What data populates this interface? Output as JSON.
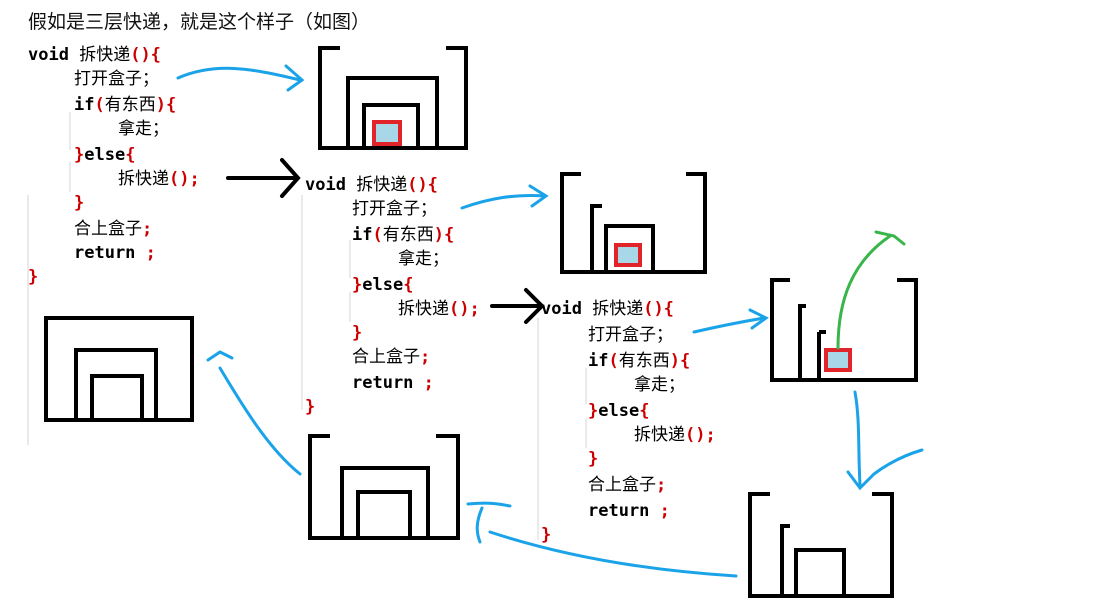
{
  "title": "假如是三层快递，就是这个样子（如图）",
  "code": {
    "void": "void",
    "func": " 拆快递",
    "paren_brace": "(){",
    "open_box": "打开盒子",
    "semi_cn": "；",
    "if": "if",
    "lparen": "(",
    "has_stuff": "有东西",
    "rparen_brace": "){",
    "take": "拿走",
    "close_brace": "}",
    "else": "else",
    "open_brace": "{",
    "call": "拆快递",
    "call_parens": "();",
    "close_box": "合上盒子",
    "semi": ";",
    "return": "return",
    "return_semi": " ;"
  },
  "colors": {
    "keyword": "#000000",
    "brace": "#cc0000",
    "box_stroke": "#000000",
    "item_fill": "#a8d8e8",
    "item_border": "#e0242a",
    "arrow_blue": "#1aa3e8",
    "arrow_green": "#39b54a",
    "arrow_black": "#000000"
  }
}
